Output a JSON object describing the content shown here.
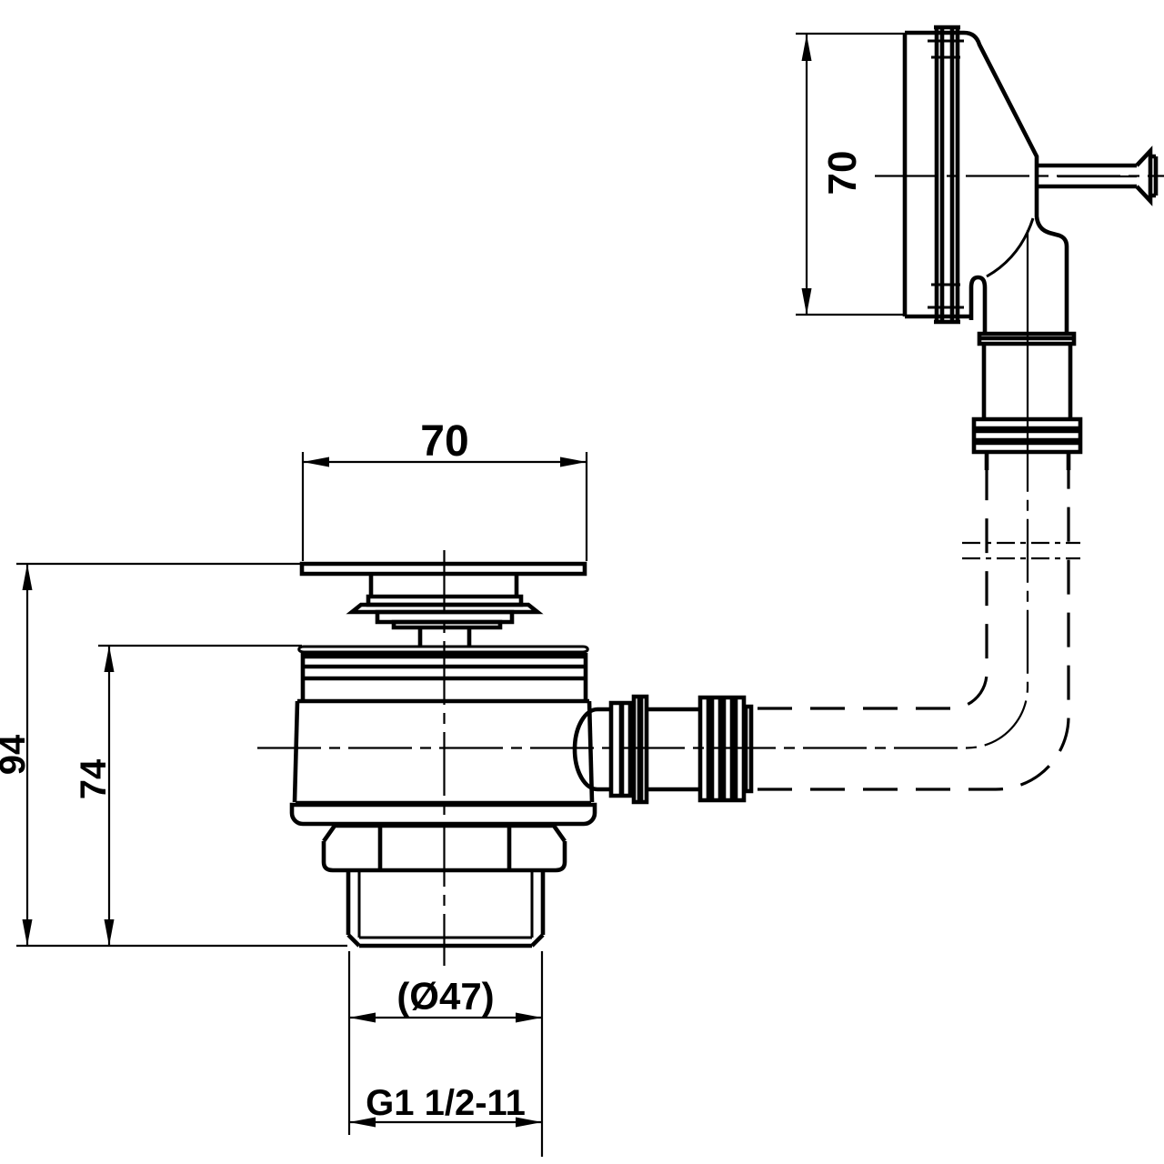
{
  "drawing": {
    "background_color": "#ffffff",
    "line_color": "#000000",
    "labels": {
      "cap_width": "70",
      "overflow_height": "70",
      "overall_height": "94",
      "body_height": "74",
      "thread_outer_diameter": "(Ø47)",
      "thread_size": "G1 1/2-11"
    }
  }
}
